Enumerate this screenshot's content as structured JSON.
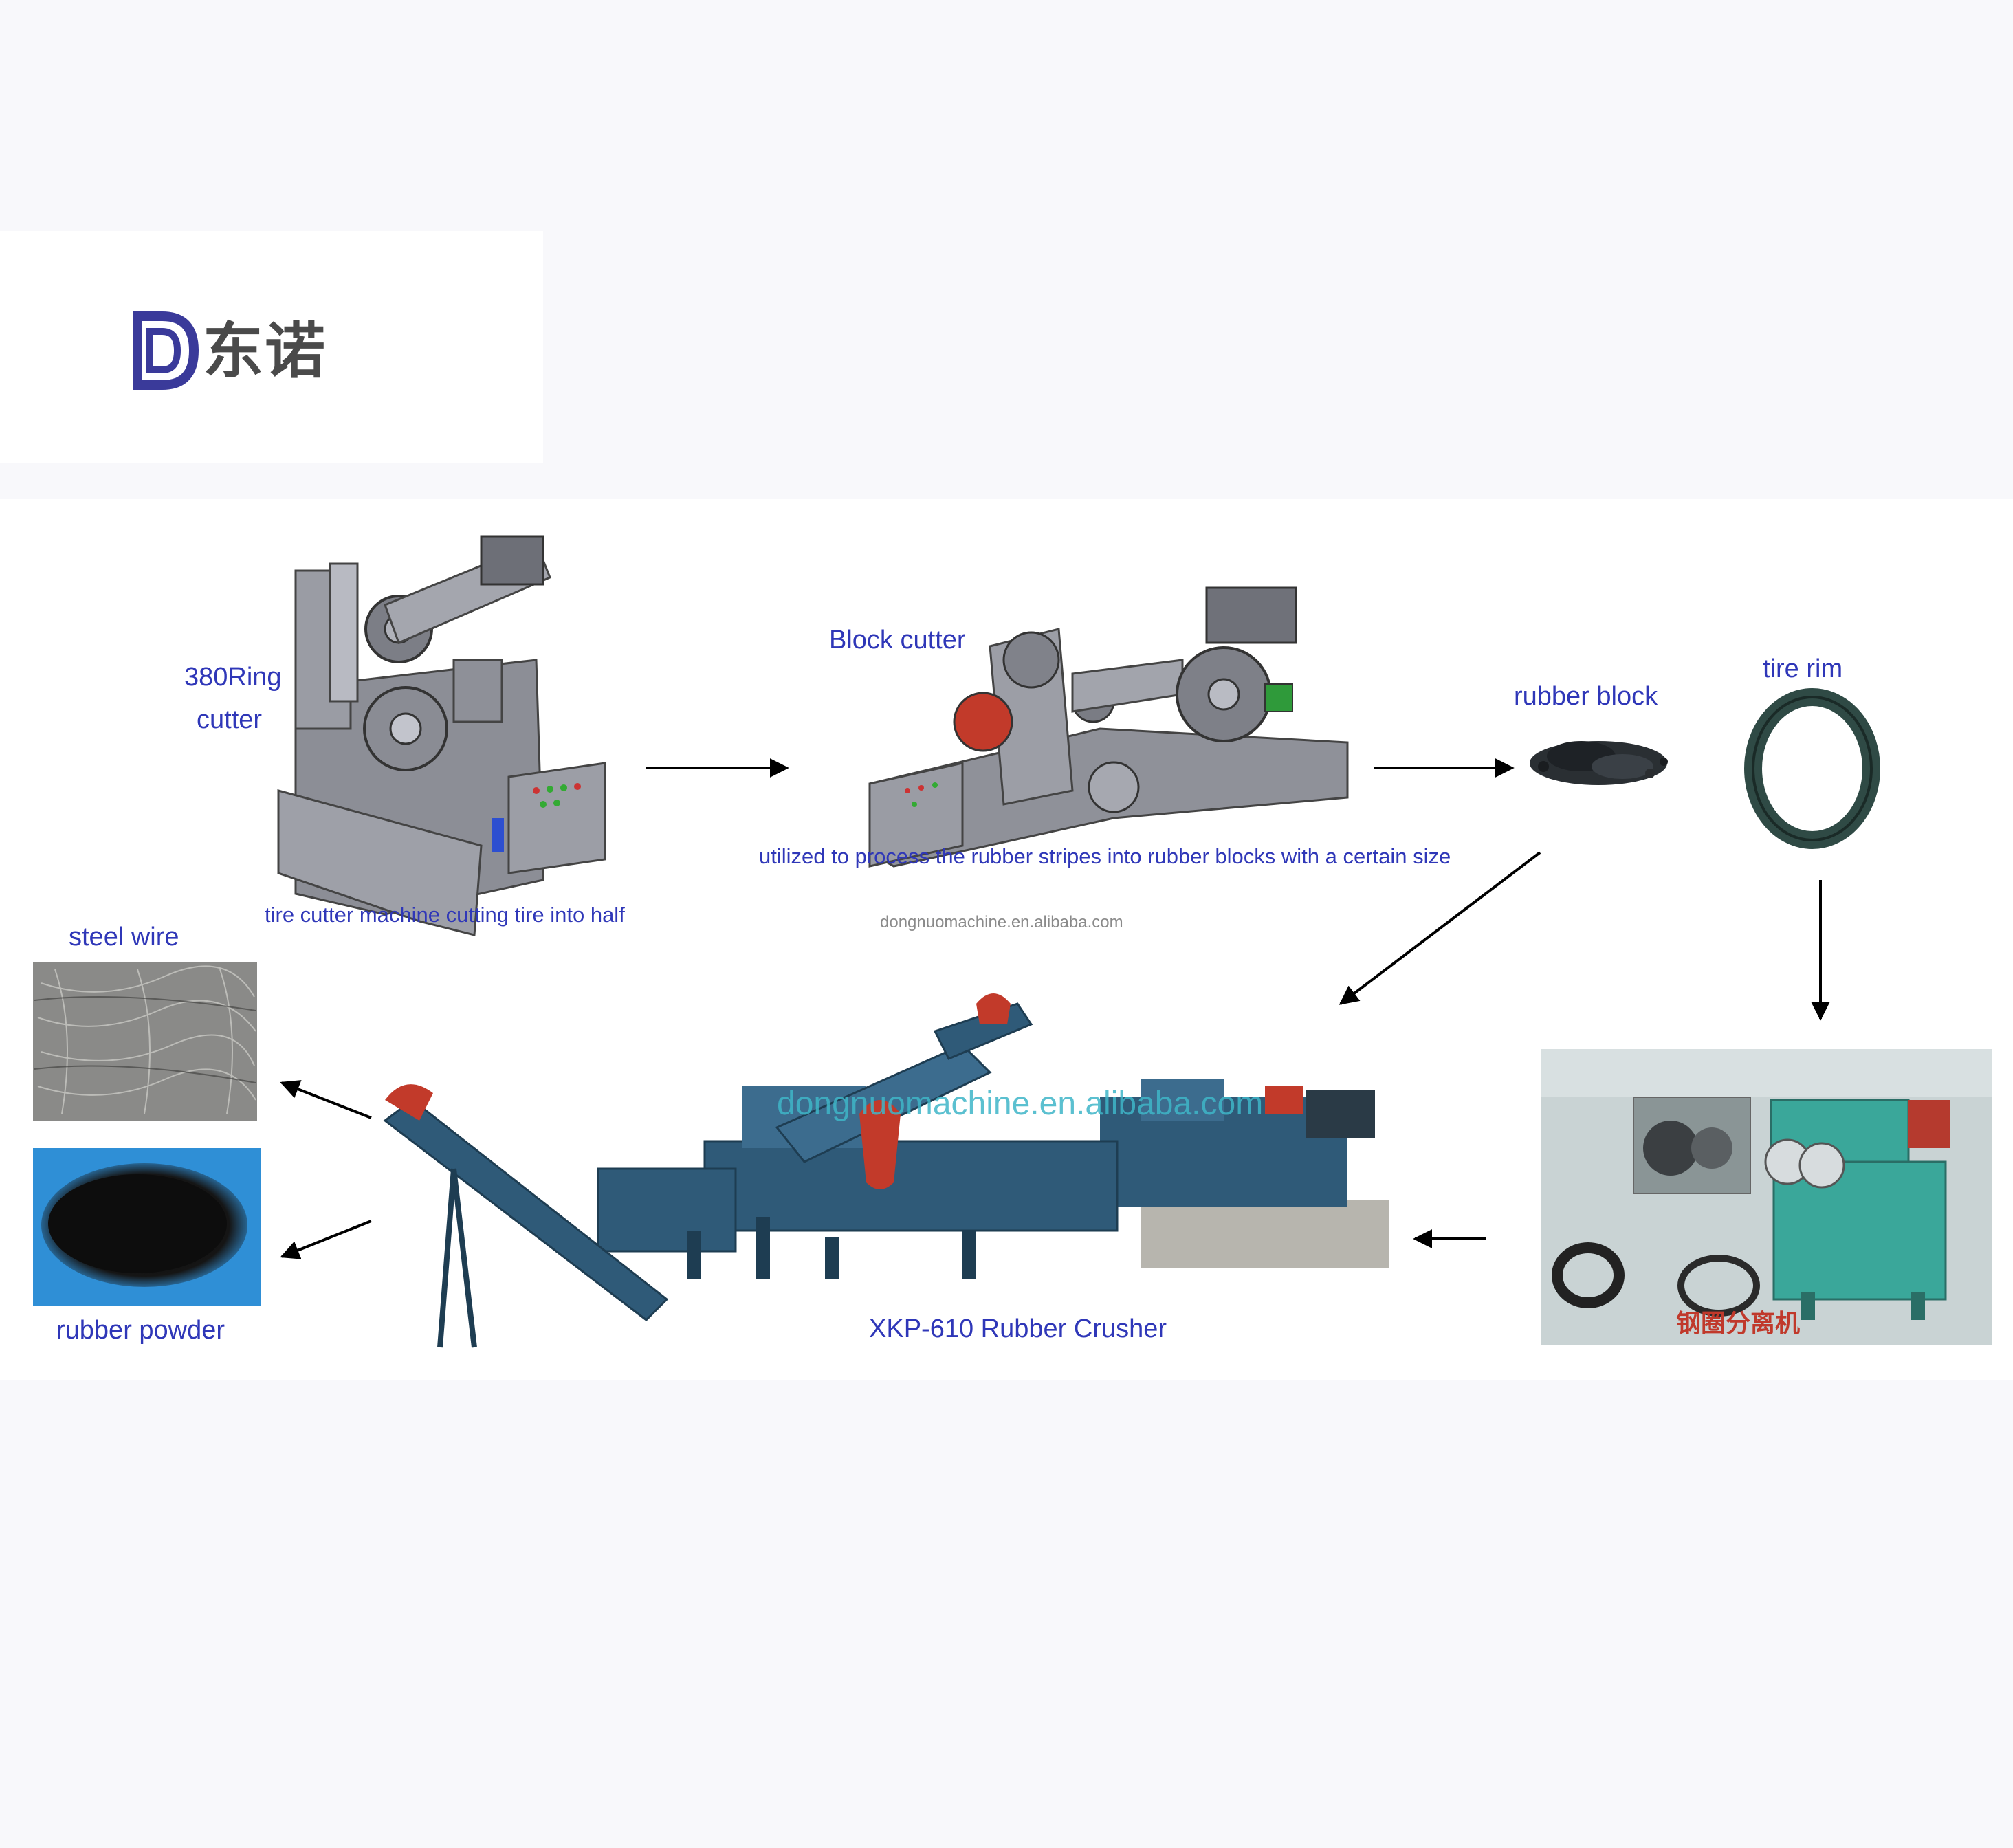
{
  "logo": {
    "brand_text": "东诺"
  },
  "labels": {
    "ring_cutter_line1": "380Ring",
    "ring_cutter_line2": "cutter",
    "ring_cutter_caption": "tire cutter machine cutting tire into half",
    "block_cutter": "Block cutter",
    "block_cutter_caption": "utilized to process the rubber stripes into rubber blocks with a certain size",
    "rubber_block": "rubber block",
    "tire_rim": "tire rim",
    "steel_wire": "steel wire",
    "rubber_powder": "rubber powder",
    "crusher": "XKP-610 Rubber Crusher",
    "separator_cn": "钢圈分离机"
  },
  "watermarks": {
    "small": "dongnuomachine.en.alibaba.com",
    "large": "dongnuomachine.en.alibaba.com"
  },
  "colors": {
    "label_blue": "#2f37b8",
    "machine_grey": "#8c8e96",
    "crusher_blue": "#2f5a78",
    "accent_red": "#c23a2a",
    "separator_teal": "#3aa79a"
  }
}
